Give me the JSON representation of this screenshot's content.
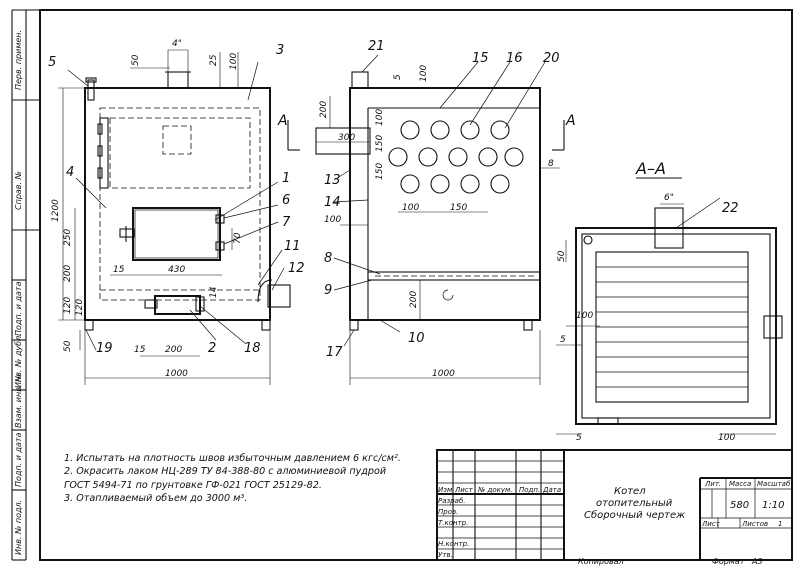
{
  "side_labels": [
    "Перв. примен.",
    "Справ. №",
    "Подп. и дата",
    "Инв. № дубл.",
    "Взам. инв. №",
    "Подп. и дата",
    "Инв. № подл."
  ],
  "front_view": {
    "callouts": [
      "5",
      "3",
      "4",
      "1",
      "6",
      "7",
      "11",
      "12",
      "2",
      "18",
      "19"
    ],
    "dimensions": [
      "4\"",
      "50",
      "25",
      "100",
      "1200",
      "250",
      "70",
      "200",
      "120",
      "15",
      "430",
      "14",
      "120",
      "50",
      "15",
      "200",
      "1000"
    ]
  },
  "side_view": {
    "callouts": [
      "21",
      "15",
      "16",
      "20",
      "13",
      "14",
      "8",
      "9",
      "10",
      "17"
    ],
    "dimensions": [
      "5",
      "100",
      "200",
      "300",
      "100",
      "150",
      "150",
      "100",
      "100",
      "150",
      "8",
      "200",
      "1000"
    ],
    "section_marks": [
      "А",
      "А"
    ]
  },
  "section_view": {
    "title": "А–А",
    "callouts": [
      "22"
    ],
    "dimensions": [
      "6\"",
      "50",
      "100",
      "5",
      "5",
      "100"
    ]
  },
  "notes": [
    "1. Испытать на плотность швов избыточным давлением 6 кгс/см².",
    "2. Окрасить лаком НЦ-289 ТУ 84-388-80 с алюминиевой пудрой",
    "ГОСТ 5494-71 по грунтовке ГФ-021 ГОСТ 25129-82.",
    "3. Отапливаемый объем до 3000 м³."
  ],
  "title_block": {
    "col_headers": [
      "Изм",
      "Лист",
      "№ докум.",
      "Подп.",
      "Дата"
    ],
    "roles": [
      "Разраб.",
      "Пров.",
      "Т.контр.",
      "Н.контр.",
      "Утв."
    ],
    "title_lines": [
      "Котел",
      "отопительный",
      "Сборочный чертеж"
    ],
    "lit_label": "Лит.",
    "mass_label": "Масса",
    "scale_label": "Масштаб",
    "mass": "580",
    "scale": "1:10",
    "sheet_label": "Лист",
    "sheets_label": "Листов",
    "sheets_count": "1",
    "copied_label": "Копировал",
    "format_label": "Формат",
    "format": "А3"
  }
}
